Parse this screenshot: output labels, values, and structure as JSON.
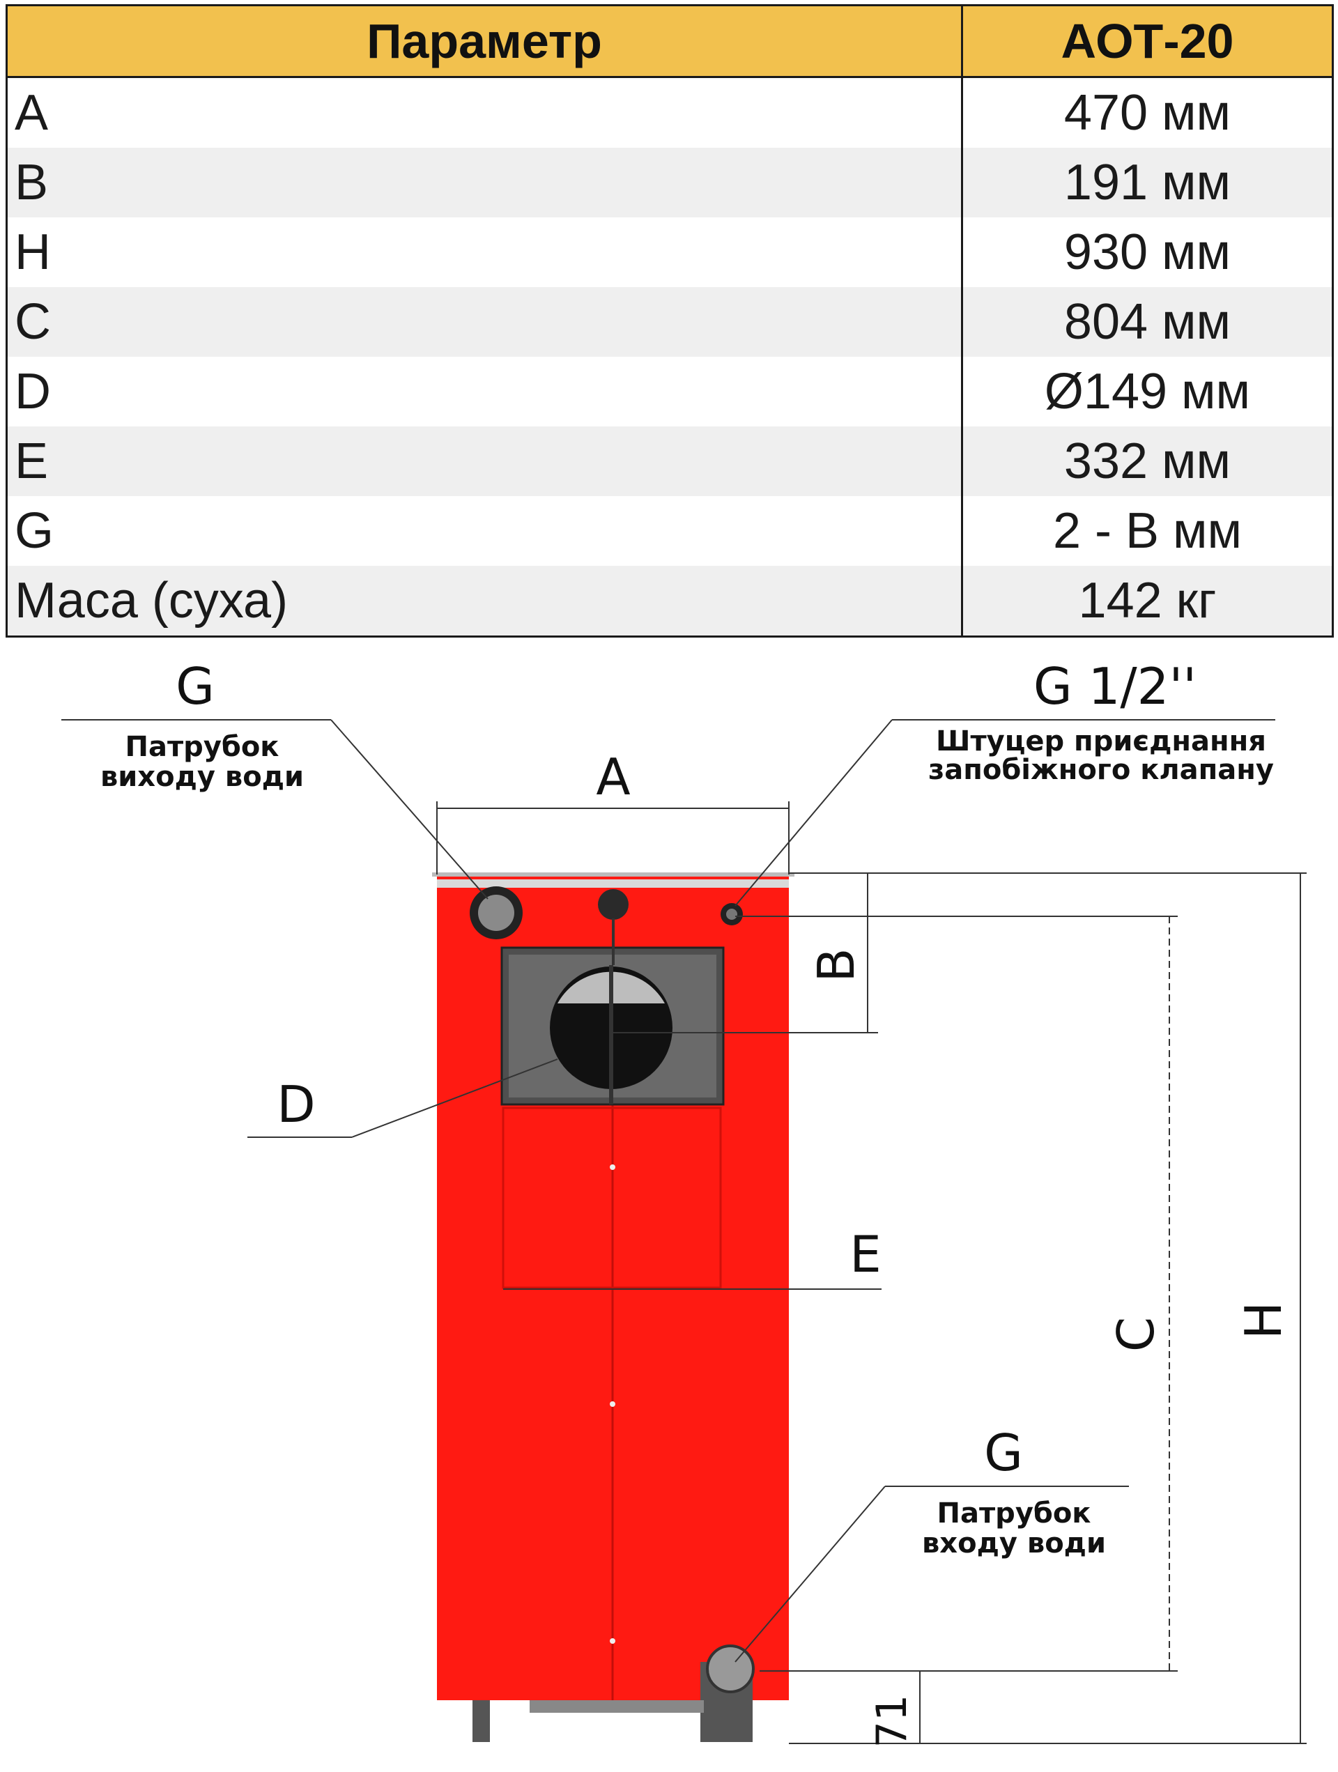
{
  "table": {
    "header": {
      "param": "Параметр",
      "model": "АОТ-20"
    },
    "rows": [
      {
        "param": "A",
        "value": "470 мм"
      },
      {
        "param": "B",
        "value": "191 мм"
      },
      {
        "param": "H",
        "value": "930 мм"
      },
      {
        "param": "C",
        "value": "804 мм"
      },
      {
        "param": "D",
        "value": "Ø149 мм"
      },
      {
        "param": "E",
        "value": "332 мм"
      },
      {
        "param": "G",
        "value": "2 - B мм"
      },
      {
        "param": "Маса (суха)",
        "value": "142 кг"
      }
    ]
  },
  "diagram": {
    "outlet": {
      "code": "G",
      "line1": "Патрубок",
      "line2": "виходу води"
    },
    "valve": {
      "code": "G 1/2''",
      "line1": "Штуцер приєднання",
      "line2": "запобіжного клапану"
    },
    "inlet": {
      "code": "G",
      "line1": "Патрубок",
      "line2": "входу води"
    },
    "dims": {
      "A": "A",
      "B": "B",
      "C": "C",
      "D": "D",
      "E": "E",
      "H": "H",
      "bottom": "71"
    },
    "colors": {
      "boiler_body": "#ff1a12",
      "header_bg": "#f2c14e",
      "door_frame": "#555555"
    }
  }
}
